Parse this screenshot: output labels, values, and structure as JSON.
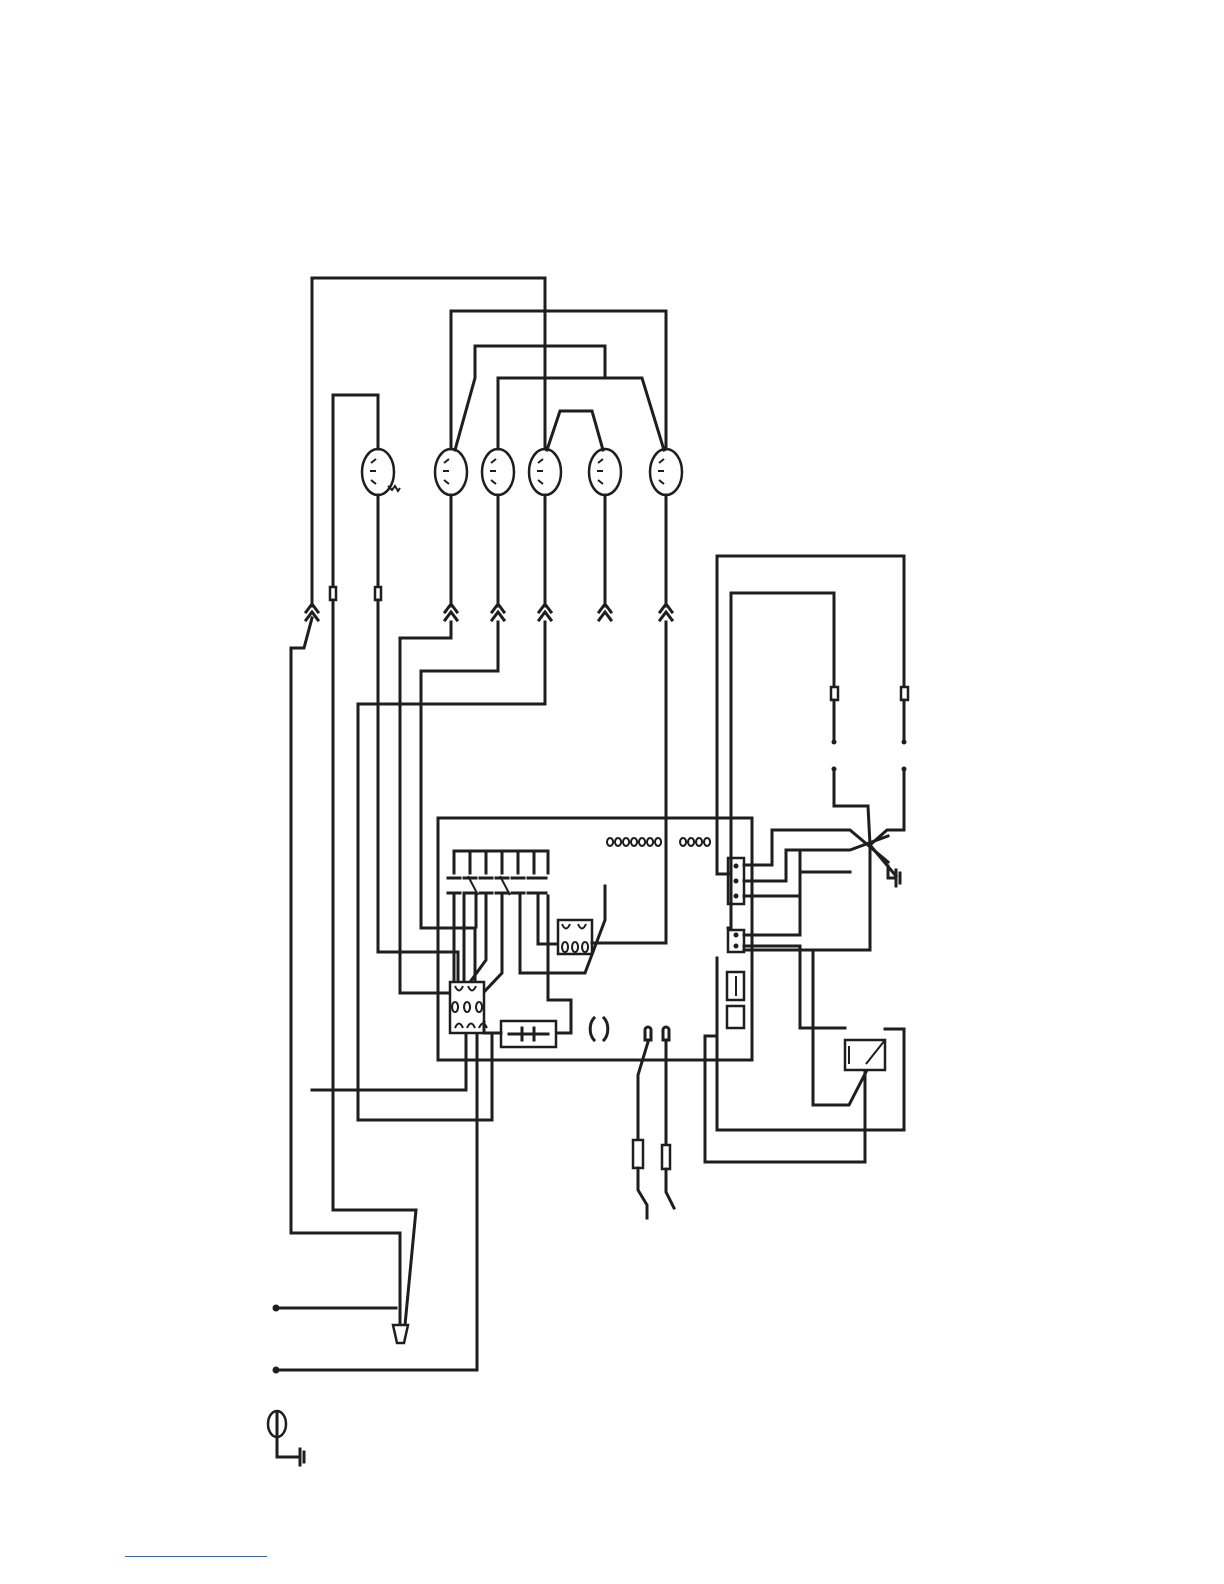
{
  "diagram": {
    "kind": "electrical-wiring-schematic",
    "text_labels": [],
    "colors": {
      "wire": "#1e1e1e",
      "background": "#ffffff",
      "footer_rule": "#3b5bdb"
    },
    "components": {
      "elements_count": 7,
      "connectors": [
        "connector-j1",
        "connector-j2",
        "connector-j3",
        "connector-j4"
      ],
      "relays": 5,
      "switches": [
        "door-switch-left",
        "door-switch-right"
      ],
      "ground_symbols": 2
    }
  }
}
